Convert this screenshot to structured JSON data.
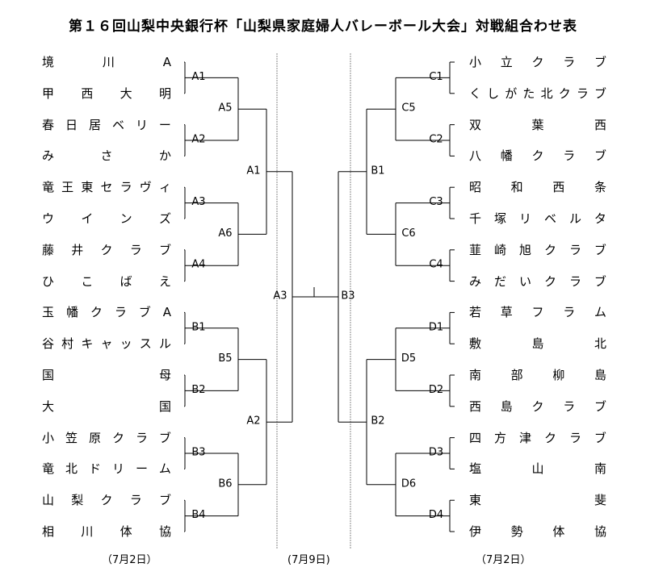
{
  "title": "第１６回山梨中央銀行杯「山梨県家庭婦人バレーボール大会」対戦組合わせ表",
  "teams_left": [
    "境川A",
    "甲西大明",
    "春日居ベリー",
    "みさか",
    "竜王東セラヴィ",
    "ウインズ",
    "藤井クラブ",
    "ひこばえ",
    "玉幡クラブA",
    "谷村キャッスル",
    "国母",
    "大国",
    "小笠原クラブ",
    "竜北ドリーム",
    "山梨クラブ",
    "相川体協"
  ],
  "teams_right": [
    "小立クラブ",
    "くしがた北クラブ",
    "双葉西",
    "八幡クラブ",
    "昭和西条",
    "千塚リベルタ",
    "韮崎旭クラブ",
    "みだいクラブ",
    "若草フラム",
    "敷島北",
    "南部柳島",
    "西島クラブ",
    "四方津クラブ",
    "塩山南",
    "東斐",
    "伊勢体協"
  ],
  "matches_left_r1": [
    "A1",
    "A2",
    "A3",
    "A4",
    "B1",
    "B2",
    "B3",
    "B4"
  ],
  "matches_left_r2": [
    "A5",
    "A6",
    "B5",
    "B6"
  ],
  "matches_left_r3": [
    "A1",
    "A2"
  ],
  "matches_right_r1": [
    "C1",
    "C2",
    "C3",
    "C4",
    "D1",
    "D2",
    "D3",
    "D4"
  ],
  "matches_right_r2": [
    "C5",
    "C6",
    "D5",
    "D6"
  ],
  "matches_right_r3": [
    "B1",
    "B2"
  ],
  "final_left": "A3",
  "final_right": "B3",
  "dates": {
    "left": "（7月2日）",
    "middle": "(7月9日)",
    "right": "（7月2日）"
  }
}
